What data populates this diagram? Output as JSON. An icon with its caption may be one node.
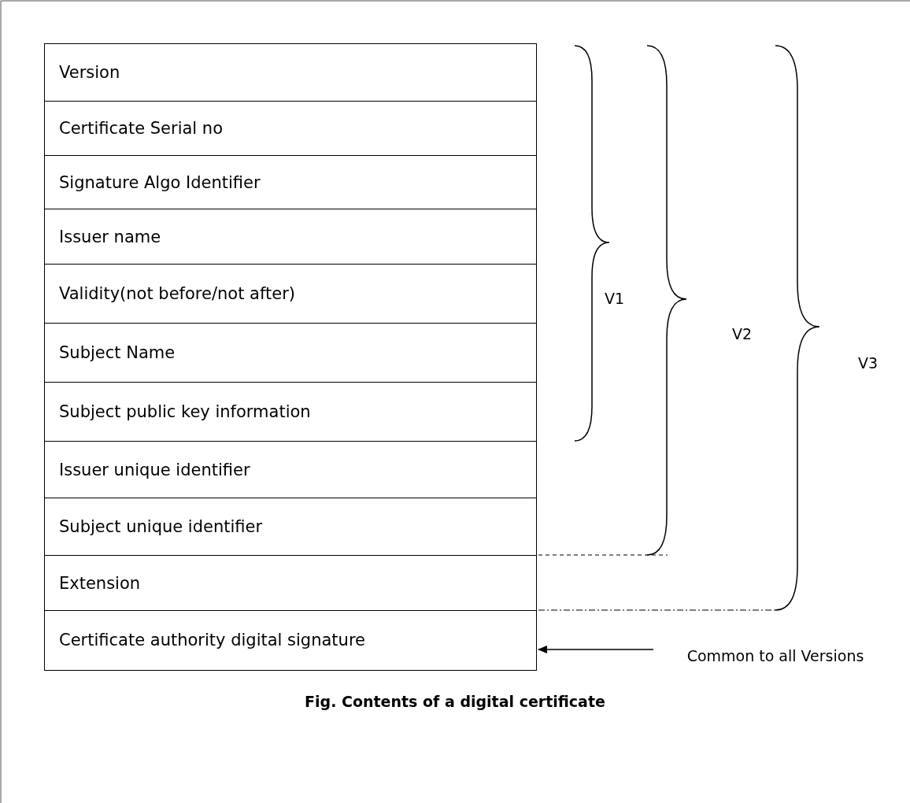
{
  "diagram": {
    "caption": "Fig. Contents of a digital certificate",
    "nodes": [
      {
        "text": [
          "Version"
        ]
      },
      {
        "text": [
          "Certificate Serial no"
        ]
      },
      {
        "text": [
          "Signature Algo Identifier"
        ]
      },
      {
        "text": [
          "Issuer name"
        ]
      },
      {
        "text": [
          "Validity(not before/not after)"
        ]
      },
      {
        "text": [
          "Subject Name"
        ]
      },
      {
        "text": [
          "Subject public key information"
        ]
      },
      {
        "text": [
          "Issuer unique identifier"
        ]
      },
      {
        "text": [
          "Subject unique identifier"
        ]
      },
      {
        "text": [
          "Extension"
        ]
      },
      {
        "text": [
          "Certificate authority digital signature"
        ]
      },
      {
        "text": [
          "Common to all Versions"
        ]
      }
    ],
    "edges": [
      {
        "from": 11,
        "to": 10,
        "arrow": "to"
      }
    ],
    "labels": [
      "V1",
      "V2",
      "V3"
    ]
  }
}
